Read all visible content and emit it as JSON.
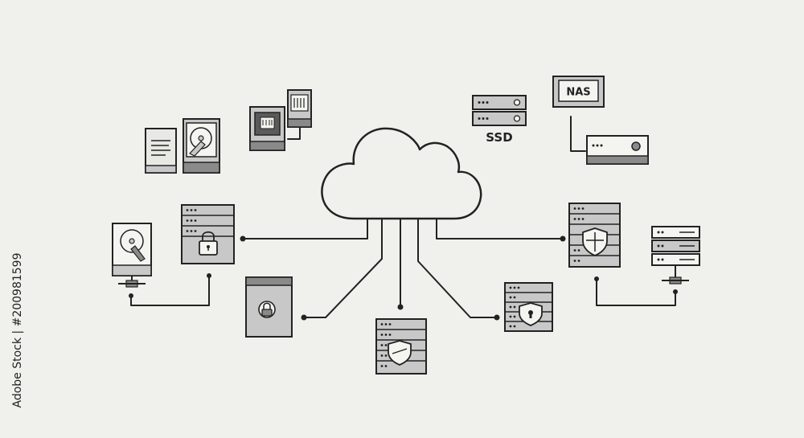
{
  "labels": {
    "ssd": "SSD",
    "nas": "NAS"
  },
  "stock_id": "Adobe Stock | #200981599",
  "colors": {
    "background": "#f0f0ec",
    "line": "#222222",
    "device_fill": "#c8c8c8",
    "device_dark": "#8a8a8a",
    "panel": "#ffffff"
  },
  "icons": [
    "document-icon",
    "hard-drive-icon",
    "network-switch-icon",
    "memory-module-icon",
    "ssd-rack-icon",
    "nas-box-icon",
    "nas-drive-icon",
    "locked-server-rack-icon",
    "networked-hard-drive-icon",
    "locked-storage-unit-icon",
    "shielded-server-icon",
    "locked-server-icon",
    "shield-server-rack-icon",
    "network-server-stack-icon",
    "cloud-icon"
  ]
}
